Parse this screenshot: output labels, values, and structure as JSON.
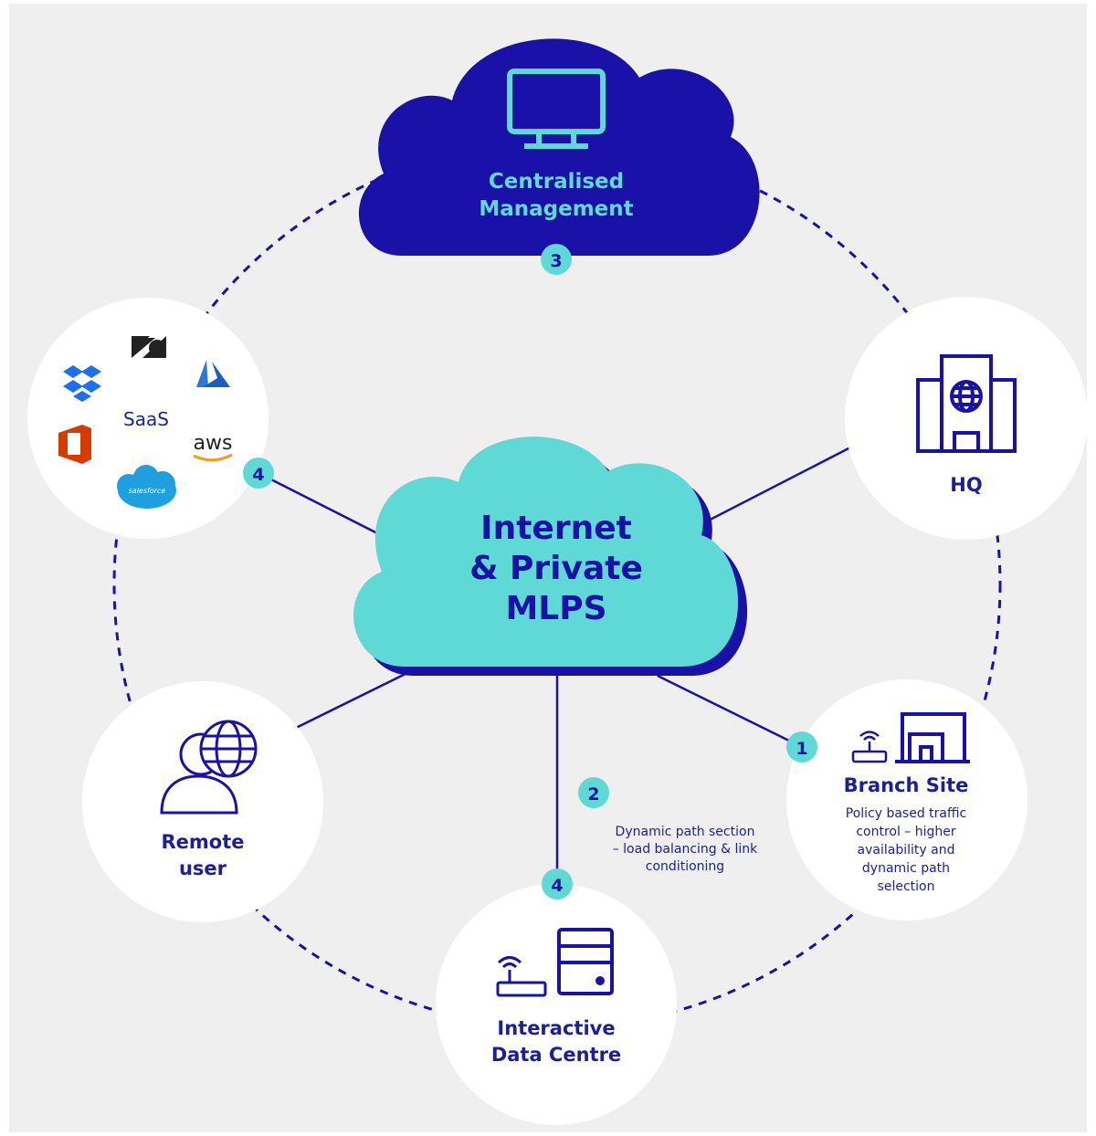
{
  "colors": {
    "background": "#efeff0",
    "navy": "#1a12a8",
    "teal": "#5fd9d5",
    "node_fill": "#ffffff",
    "text_navy": "#1c1f9c"
  },
  "top_cloud": {
    "label_line1": "Centralised",
    "label_line2": "Management",
    "badge": "3",
    "icon": "monitor-icon"
  },
  "center_cloud": {
    "line1": "Internet",
    "line2": "& Private",
    "line3": "MLPS"
  },
  "saas": {
    "label": "SaaS",
    "badge": "4",
    "logos": {
      "zendesk": "zendesk-logo",
      "dropbox": "dropbox-logo",
      "azure": "azure-logo",
      "office": "office-logo",
      "aws_text": "aws",
      "salesforce_text": "salesforce"
    }
  },
  "hq": {
    "label": "HQ",
    "icon": "building-globe-icon"
  },
  "branch": {
    "title": "Branch Site",
    "badge": "1",
    "desc_line1": "Policy based traffic",
    "desc_line2": "control – higher",
    "desc_line3": "availability and",
    "desc_line4": "dynamic path",
    "desc_line5": "selection",
    "icon": "branch-building-icon"
  },
  "path_note": {
    "badge": "2",
    "line1": "Dynamic path section",
    "line2": "– load balancing & link",
    "line3": "conditioning"
  },
  "data_centre": {
    "line1": "Interactive",
    "line2": "Data Centre",
    "badge": "4",
    "icon": "server-router-icon"
  },
  "remote": {
    "line1": "Remote",
    "line2": "user",
    "icon": "user-globe-icon"
  }
}
